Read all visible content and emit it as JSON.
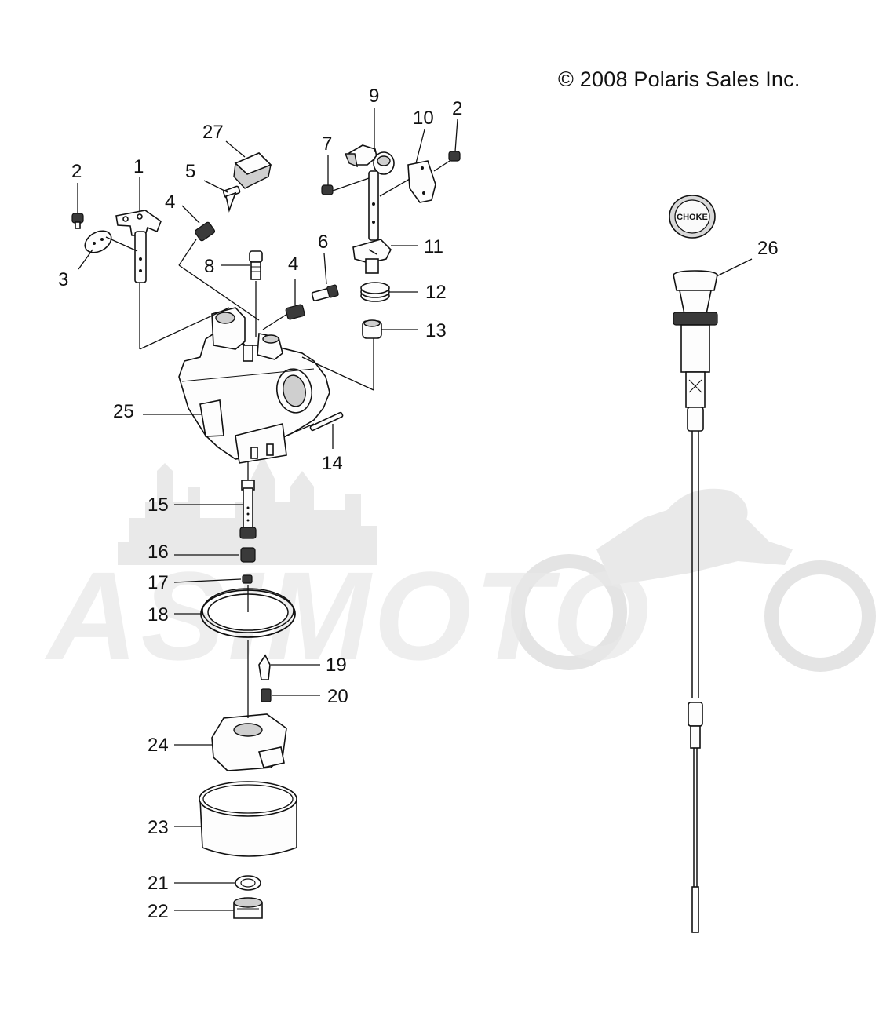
{
  "copyright": "© 2008 Polaris Sales Inc.",
  "choke_cap_text": "CHOKE",
  "watermark_text": "ASIMOTO",
  "callouts": [
    "1",
    "2",
    "2",
    "3",
    "4",
    "4",
    "5",
    "6",
    "7",
    "8",
    "9",
    "10",
    "11",
    "12",
    "13",
    "14",
    "15",
    "16",
    "17",
    "18",
    "19",
    "20",
    "21",
    "22",
    "23",
    "24",
    "25",
    "26",
    "27"
  ]
}
